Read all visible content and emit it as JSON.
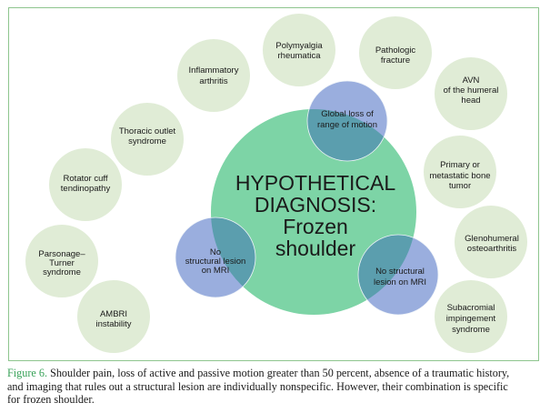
{
  "colors": {
    "frame": "#8ec58e",
    "center_circle": "#7dd4a6",
    "criterion_circle": "#9aaede",
    "overlap": "#5b9eae",
    "differential_circle": "#e0ecd6",
    "caption_label": "#3aa35a"
  },
  "center": {
    "lines": [
      "HYPOTHETICAL",
      "DIAGNOSIS:",
      "Frozen",
      "shoulder"
    ]
  },
  "criteria": [
    {
      "id": "global-loss",
      "lines": [
        "Global loss of",
        "range of motion"
      ]
    },
    {
      "id": "no-lesion-left",
      "lines": [
        "No",
        "structural lesion",
        "on MRI"
      ]
    },
    {
      "id": "no-lesion-right",
      "lines": [
        "No structural",
        "lesion on MRI"
      ]
    }
  ],
  "differentials": [
    {
      "id": "inflammatory-arthritis",
      "lines": [
        "Inflammatory",
        "arthritis"
      ]
    },
    {
      "id": "polymyalgia-rheumatica",
      "lines": [
        "Polymyalgia",
        "rheumatica"
      ]
    },
    {
      "id": "pathologic-fracture",
      "lines": [
        "Pathologic",
        "fracture"
      ]
    },
    {
      "id": "avn-humeral-head",
      "lines": [
        "AVN",
        "of the humeral",
        "head"
      ]
    },
    {
      "id": "bone-tumor",
      "lines": [
        "Primary or",
        "metastatic bone",
        "tumor"
      ]
    },
    {
      "id": "glenohumeral-oa",
      "lines": [
        "Glenohumeral",
        "osteoarthritis"
      ]
    },
    {
      "id": "subacromial-impingement",
      "lines": [
        "Subacromial",
        "impingement",
        "syndrome"
      ]
    },
    {
      "id": "thoracic-outlet",
      "lines": [
        "Thoracic outlet",
        "syndrome"
      ]
    },
    {
      "id": "rotator-cuff",
      "lines": [
        "Rotator cuff",
        "tendinopathy"
      ]
    },
    {
      "id": "parsonage-turner",
      "lines": [
        "Parsonage–",
        "Turner",
        "syndrome"
      ]
    },
    {
      "id": "ambri",
      "lines": [
        "AMBRI",
        "instability"
      ]
    }
  ],
  "caption": {
    "label": "Figure 6.",
    "text": " Shoulder pain, loss of active and passive motion greater than 50 percent, absence of a traumatic history, and imaging that rules out a structural lesion are individually nonspecific. However, their combination is specific for frozen shoulder."
  }
}
